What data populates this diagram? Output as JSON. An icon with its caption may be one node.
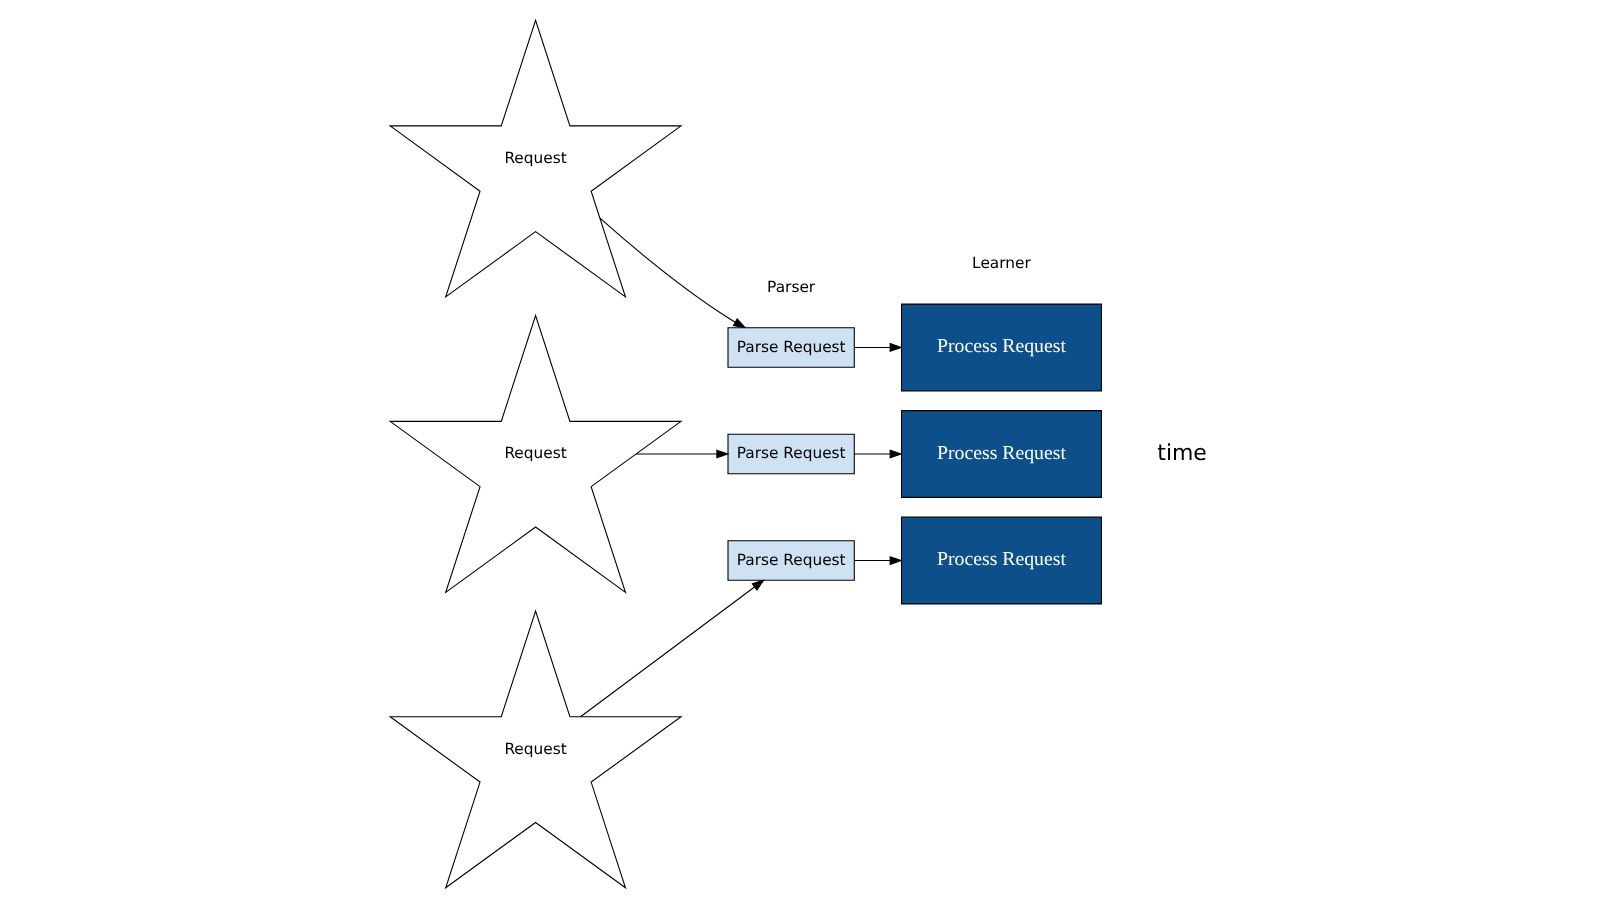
{
  "diagram": {
    "nodes": [
      {
        "text": [
          "Request"
        ]
      },
      {
        "text": [
          "Request"
        ]
      },
      {
        "text": [
          "Request"
        ]
      },
      {
        "text": [
          "Parse Request"
        ]
      },
      {
        "text": [
          "Parse Request"
        ]
      },
      {
        "text": [
          "Parse Request"
        ]
      },
      {
        "text": [
          "Process Request"
        ]
      },
      {
        "text": [
          "Process Request"
        ]
      },
      {
        "text": [
          "Process Request"
        ]
      }
    ],
    "edges": [
      {
        "from": 0,
        "to": 3,
        "arrow": "to"
      },
      {
        "from": 1,
        "to": 4,
        "arrow": "to"
      },
      {
        "from": 2,
        "to": 5,
        "arrow": "to"
      },
      {
        "from": 3,
        "to": 6,
        "arrow": "to"
      },
      {
        "from": 4,
        "to": 7,
        "arrow": "to"
      },
      {
        "from": 5,
        "to": 8,
        "arrow": "to"
      }
    ],
    "labels": [
      "Parser",
      "Learner",
      "time"
    ]
  }
}
